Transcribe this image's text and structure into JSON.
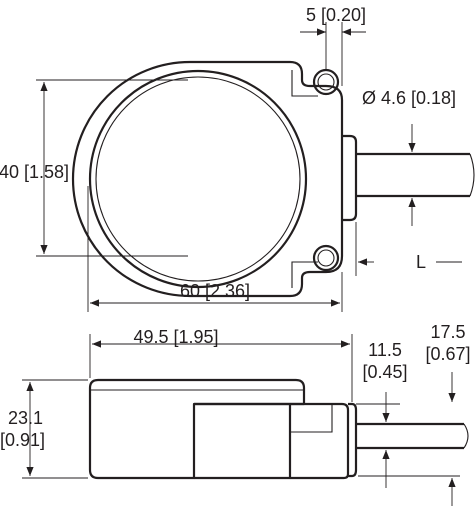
{
  "drawing": {
    "top_view": {
      "width_dim": "60 [2.36]",
      "height_dim": "40 [1.58]",
      "ear_dim": "5 [0.20]",
      "cable_dia_dim": "Ø 4.6 [0.18]",
      "cable_length_dim": "L"
    },
    "side_view": {
      "body_length_dim": "49.5 [1.95]",
      "height_dim_line1": "23.1",
      "height_dim_line2": "[0.91]",
      "cable_offset_line1": "11.5",
      "cable_offset_line2": "[0.45]",
      "connector_height_line1": "17.5",
      "connector_height_line2": "[0.67]"
    },
    "colors": {
      "line": "#231f20",
      "body_fill": "#ffffff"
    }
  }
}
